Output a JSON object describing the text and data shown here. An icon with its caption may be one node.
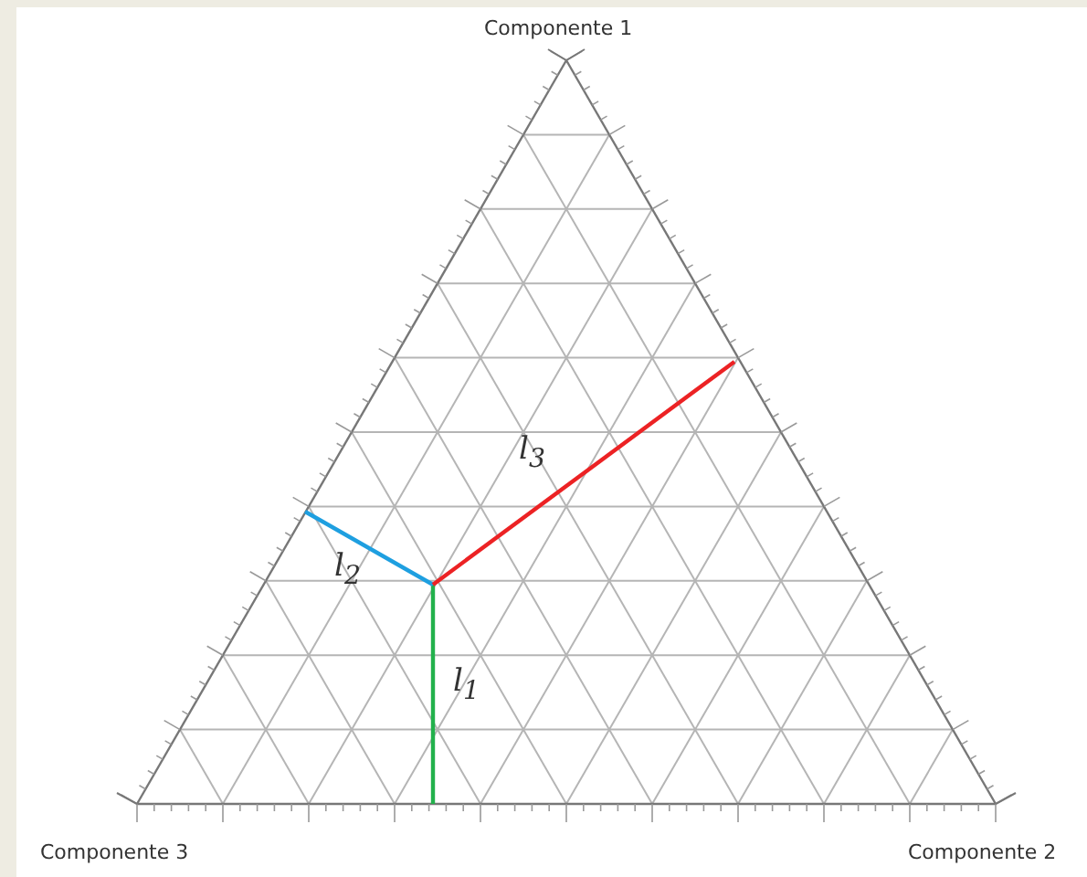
{
  "diagram": {
    "labels": [
      "Componente 1",
      "l$_{3}$",
      "l$_{2}$",
      "l$_{1}$",
      "Componente 3",
      "Componente 2"
    ]
  }
}
